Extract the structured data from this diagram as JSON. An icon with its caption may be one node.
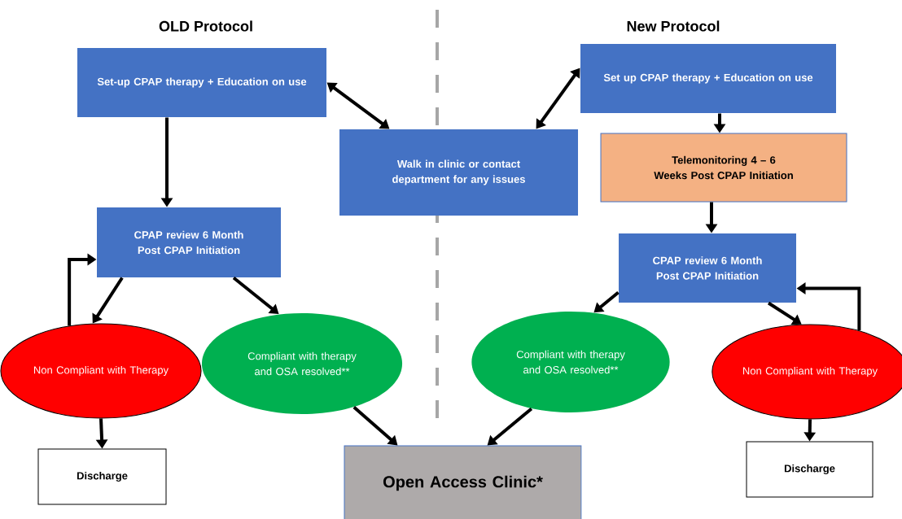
{
  "diagram": {
    "nodes": [
      {
        "text": [
          "Set-up CPAP therapy + Education on use"
        ]
      },
      {
        "text": [
          "CPAP review 6 Month Post CPAP Initiation"
        ]
      },
      {
        "text": [
          "Non Compliant with Therapy"
        ]
      },
      {
        "text": [
          "Compliant with therapy and OSA resolved**"
        ]
      },
      {
        "text": [
          "Discharge"
        ]
      },
      {
        "text": [
          "Walk in clinic or contact department for any issues"
        ]
      },
      {
        "text": [
          "Open Access Clinic*"
        ]
      },
      {
        "text": [
          "Set up CPAP therapy + Education on use"
        ]
      },
      {
        "text": [
          "Telemonitoring 4 – 6 Weeks Post CPAP Initiation"
        ]
      },
      {
        "text": [
          "CPAP review 6 Month Post CPAP Initiation"
        ]
      },
      {
        "text": [
          "Compliant with therapy and OSA resolved**"
        ]
      },
      {
        "text": [
          "Non Compliant with Therapy"
        ]
      },
      {
        "text": [
          "Discharge"
        ]
      }
    ],
    "edges": [
      {
        "from": 0,
        "to": 1,
        "arrow": "to"
      },
      {
        "from": 0,
        "to": 5,
        "arrow": "both"
      },
      {
        "from": 7,
        "to": 5,
        "arrow": "both"
      },
      {
        "from": 7,
        "to": 8,
        "arrow": "to"
      },
      {
        "from": 8,
        "to": 9,
        "arrow": "to"
      },
      {
        "from": 1,
        "to": 2,
        "arrow": "to"
      },
      {
        "from": 1,
        "to": 3,
        "arrow": "to"
      },
      {
        "from": 2,
        "to": 1,
        "arrow": "to"
      },
      {
        "from": 2,
        "to": 4,
        "arrow": "to"
      },
      {
        "from": 3,
        "to": 6,
        "arrow": "to"
      },
      {
        "from": 10,
        "to": 6,
        "arrow": "to"
      },
      {
        "from": 9,
        "to": 10,
        "arrow": "to"
      },
      {
        "from": 9,
        "to": 11,
        "arrow": "to"
      },
      {
        "from": 11,
        "to": 9,
        "arrow": "to"
      },
      {
        "from": 11,
        "to": 12,
        "arrow": "to"
      }
    ],
    "labels": [
      "OLD Protocol",
      "New Protocol"
    ]
  }
}
